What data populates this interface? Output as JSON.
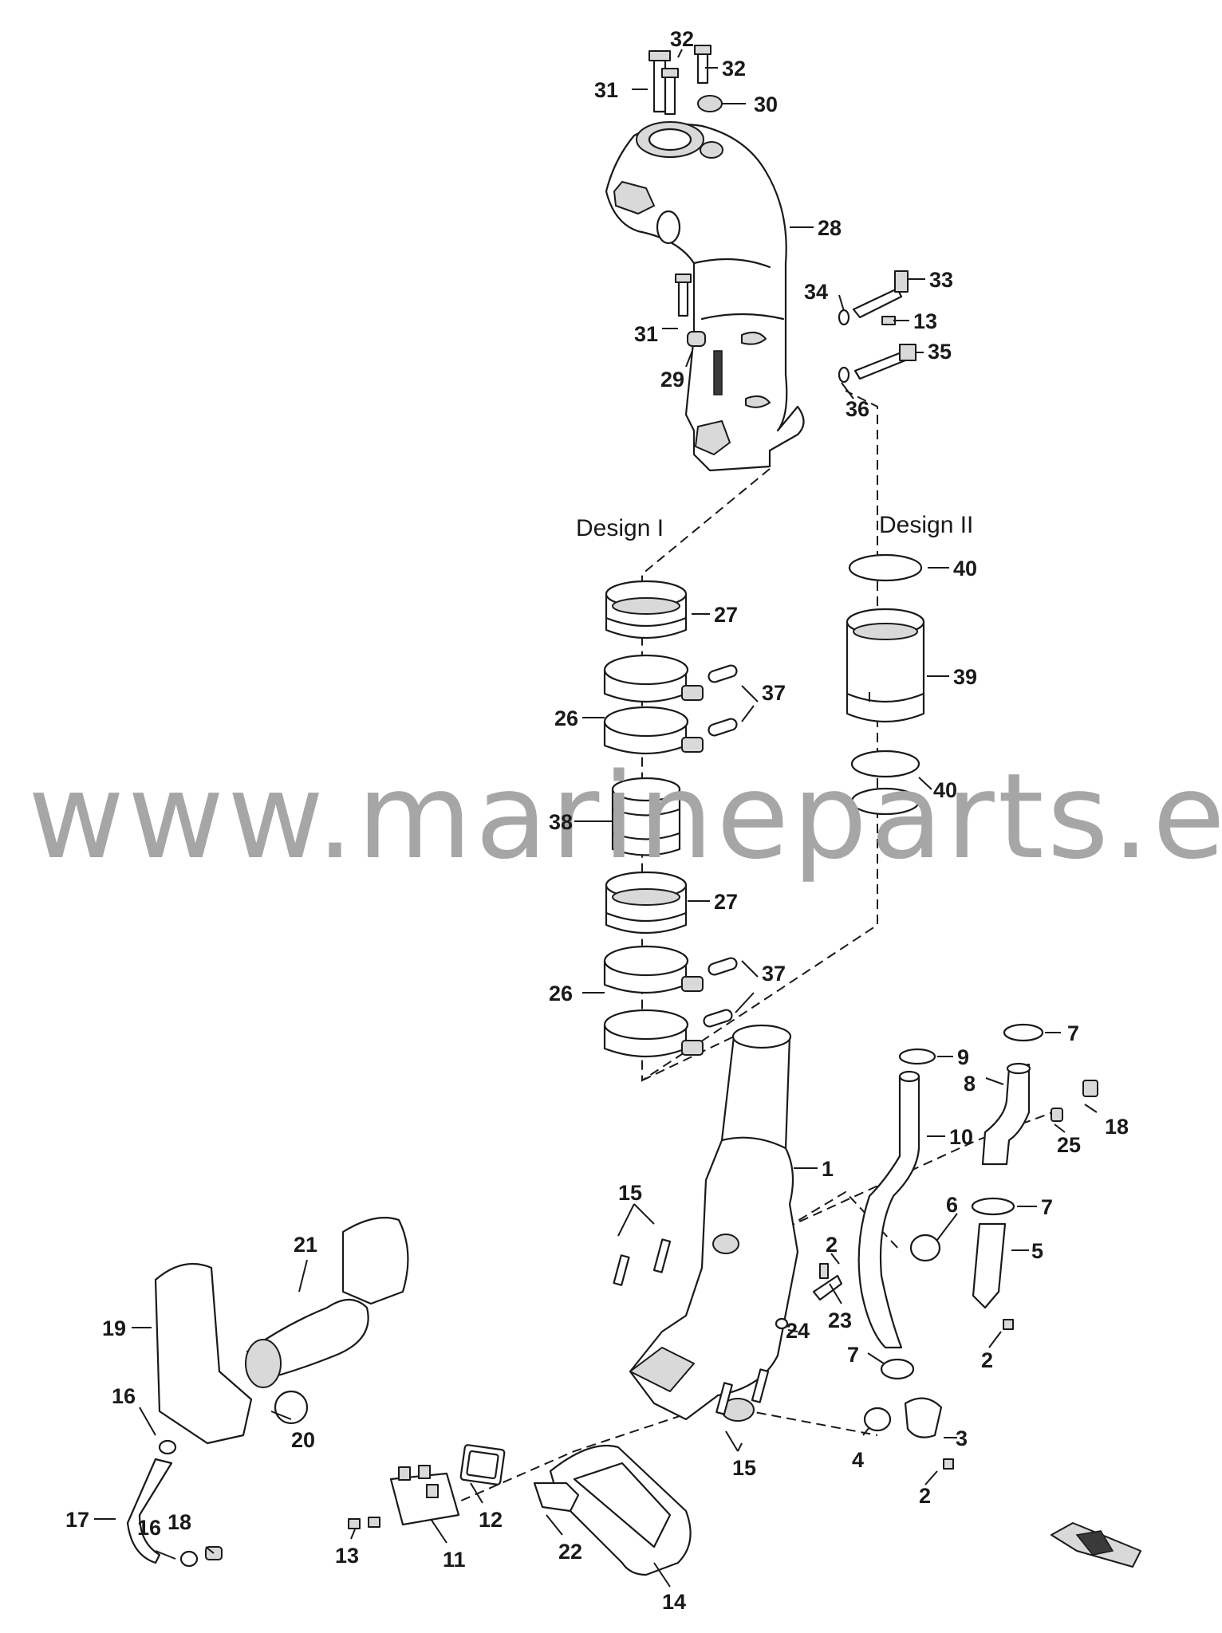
{
  "watermark": "www.marineparts.eu",
  "design_labels": {
    "design_1": "Design I",
    "design_2": "Design II"
  },
  "callouts": {
    "c1": "1",
    "c2a": "2",
    "c2b": "2",
    "c2c": "2",
    "c3": "3",
    "c4": "4",
    "c5": "5",
    "c6": "6",
    "c7a": "7",
    "c7b": "7",
    "c7c": "7",
    "c8": "8",
    "c9": "9",
    "c10": "10",
    "c11": "11",
    "c12": "12",
    "c13a": "13",
    "c13b": "13",
    "c14": "14",
    "c15a": "15",
    "c15b": "15",
    "c16a": "16",
    "c16b": "16",
    "c17": "17",
    "c18a": "18",
    "c18b": "18",
    "c19": "19",
    "c20": "20",
    "c21": "21",
    "c22": "22",
    "c23": "23",
    "c24": "24",
    "c25": "25",
    "c26a": "26",
    "c26b": "26",
    "c27a": "27",
    "c27b": "27",
    "c28": "28",
    "c29": "29",
    "c30": "30",
    "c31a": "31",
    "c31b": "31",
    "c32a": "32",
    "c32b": "32",
    "c33": "33",
    "c34": "34",
    "c35": "35",
    "c36": "36",
    "c37a": "37",
    "c37b": "37",
    "c38": "38",
    "c39": "39",
    "c40a": "40",
    "c40b": "40"
  },
  "icons": {
    "orientation_thumbnail": "engine-orientation-icon"
  }
}
